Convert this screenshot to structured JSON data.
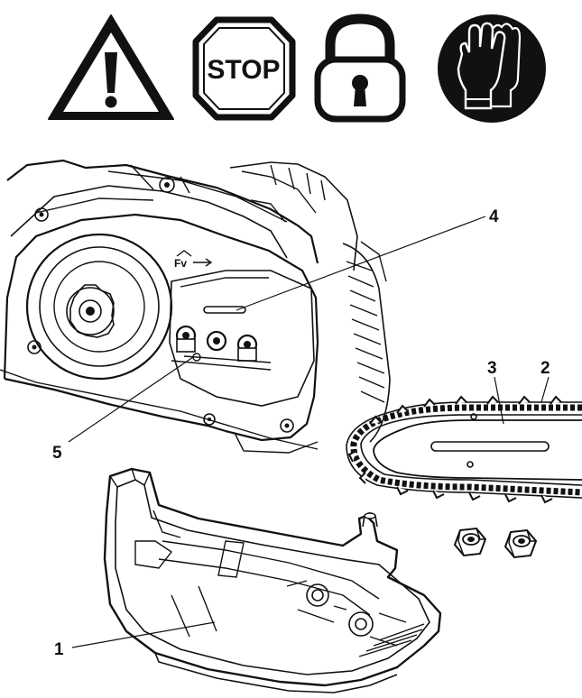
{
  "safety_icons": {
    "warning": "warning-triangle-icon",
    "stop_label": "STOP",
    "lock": "padlock-icon",
    "gloves": "gloves-icon"
  },
  "callouts": {
    "c1": "1",
    "c2": "2",
    "c3": "3",
    "c4": "4",
    "c5": "5"
  },
  "colors": {
    "ink": "#111111",
    "paper": "#ffffff",
    "shade": "#d9d9d9"
  }
}
